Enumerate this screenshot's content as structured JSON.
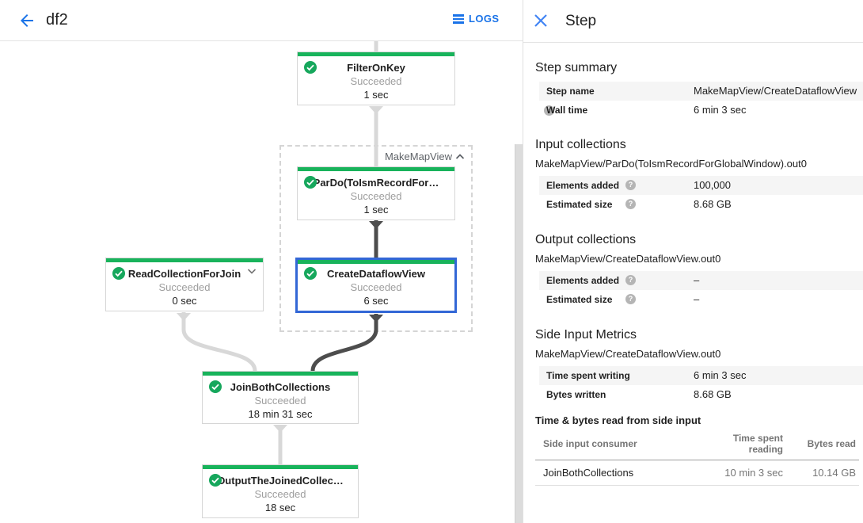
{
  "topbar": {
    "title": "df2",
    "logs_label": "LOGS"
  },
  "colors": {
    "accent_blue": "#1a73e8",
    "success_green": "#18b35b",
    "selection_blue": "#3367d6",
    "edge_light": "#d8d8d8",
    "edge_dark": "#4d4d4d"
  },
  "graph": {
    "group_label": "MakeMapView",
    "nodes": {
      "filter_on_key": {
        "title": "FilterOnKey",
        "status": "Succeeded",
        "time": "1 sec"
      },
      "par_do": {
        "title": "ParDo(ToIsmRecordFor…",
        "status": "Succeeded",
        "time": "1 sec"
      },
      "create_dataflow_view": {
        "title": "CreateDataflowView",
        "status": "Succeeded",
        "time": "6 sec"
      },
      "read_collection": {
        "title": "ReadCollectionForJoin",
        "status": "Succeeded",
        "time": "0 sec"
      },
      "join_both": {
        "title": "JoinBothCollections",
        "status": "Succeeded",
        "time": "18 min 31 sec"
      },
      "output_joined": {
        "title": "OutputTheJoinedCollec…",
        "status": "Succeeded",
        "time": "18 sec"
      }
    }
  },
  "step_panel": {
    "title": "Step",
    "step_summary": {
      "heading": "Step summary",
      "rows": [
        {
          "label": "Step name",
          "value": "MakeMapView/CreateDataflowView"
        },
        {
          "label": "Wall time",
          "value": "6 min 3 sec"
        }
      ]
    },
    "input_collections": {
      "heading": "Input collections",
      "subtitle": "MakeMapView/ParDo(ToIsmRecordForGlobalWindow).out0",
      "rows": [
        {
          "label": "Elements added",
          "value": "100,000"
        },
        {
          "label": "Estimated size",
          "value": "8.68 GB"
        }
      ]
    },
    "output_collections": {
      "heading": "Output collections",
      "subtitle": "MakeMapView/CreateDataflowView.out0",
      "rows": [
        {
          "label": "Elements added",
          "value": "–"
        },
        {
          "label": "Estimated size",
          "value": "–"
        }
      ]
    },
    "side_input_metrics": {
      "heading": "Side Input Metrics",
      "subtitle": "MakeMapView/CreateDataflowView.out0",
      "rows": [
        {
          "label": "Time spent writing",
          "value": "6 min 3 sec"
        },
        {
          "label": "Bytes written",
          "value": "8.68 GB"
        }
      ]
    },
    "side_input_table": {
      "heading": "Time & bytes read from side input",
      "columns": [
        "Side input consumer",
        "Time spent reading",
        "Bytes read"
      ],
      "rows": [
        {
          "consumer": "JoinBothCollections",
          "time": "10 min 3 sec",
          "bytes": "10.14 GB"
        }
      ]
    }
  }
}
